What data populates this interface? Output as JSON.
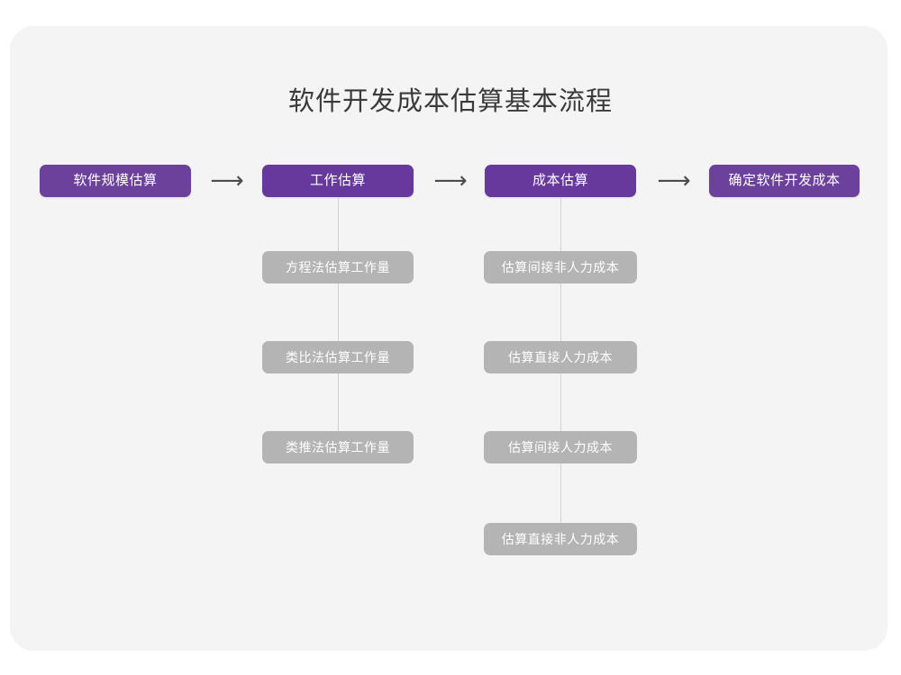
{
  "title": "软件开发成本估算基本流程",
  "colors": {
    "page_background": "#ffffff",
    "card_background": "#f4f4f5",
    "stage_purple": "#67399c",
    "stage_purple_light": "#6c419b",
    "sub_gray": "#b4b4b5",
    "connector_gray": "#d3d3d4",
    "title_text": "#3b3b3b",
    "node_text": "#ffffff",
    "arrow": "#4c4c4c"
  },
  "flow": {
    "stages": [
      {
        "label": "软件规模估算"
      },
      {
        "label": "工作估算"
      },
      {
        "label": "成本估算"
      },
      {
        "label": "确定软件开发成本"
      }
    ],
    "arrows": [
      {
        "glyph": "⟶"
      },
      {
        "glyph": "⟶"
      },
      {
        "glyph": "⟶"
      }
    ],
    "branches": [
      {
        "parent": "工作估算",
        "items": [
          {
            "label": "方程法估算工作量"
          },
          {
            "label": "类比法估算工作量"
          },
          {
            "label": "类推法估算工作量"
          }
        ]
      },
      {
        "parent": "成本估算",
        "items": [
          {
            "label": "估算间接非人力成本"
          },
          {
            "label": "估算直接人力成本"
          },
          {
            "label": "估算间接人力成本"
          },
          {
            "label": "估算直接非人力成本"
          }
        ]
      }
    ]
  }
}
